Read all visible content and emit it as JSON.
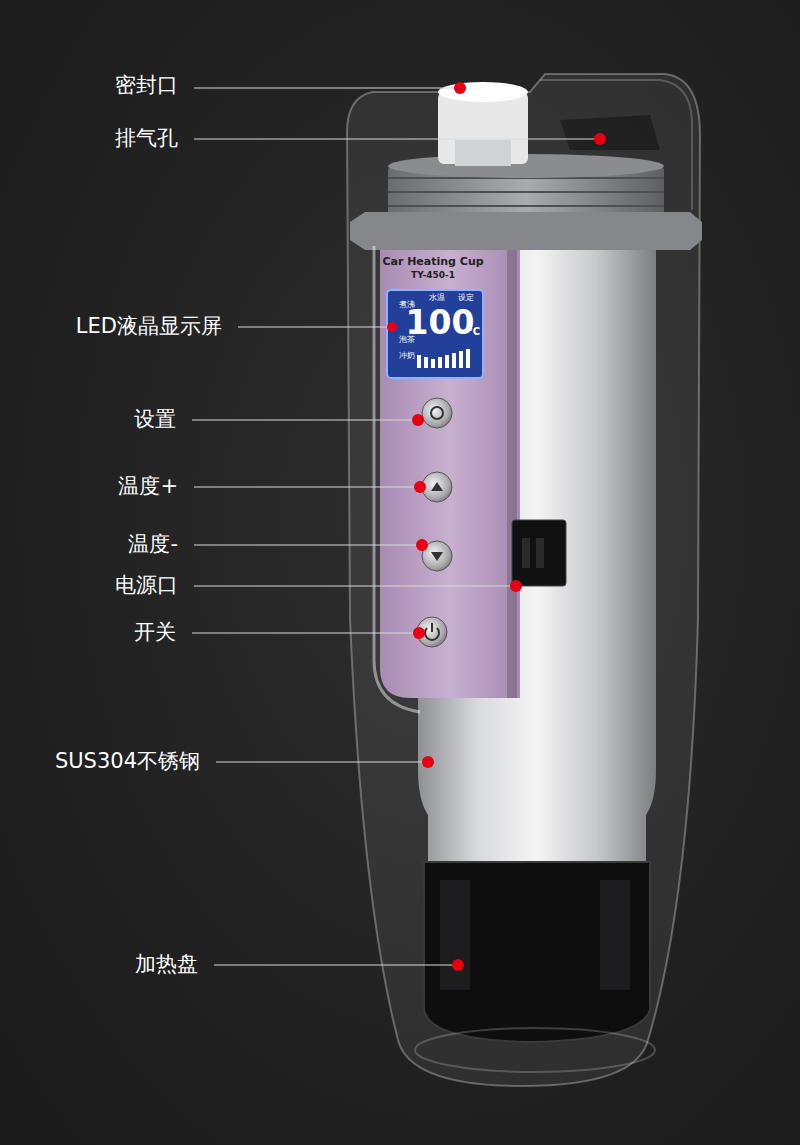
{
  "diagram": {
    "labels": [
      "密封口",
      "排气孔",
      "LED液晶显示屏",
      "设置",
      "温度+",
      "温度-",
      "电源口",
      "开关",
      "SUS304不锈钢",
      "加热盘",
      "Car Heating Cup",
      "TY-450-1",
      "水温",
      "设定",
      "煮沸",
      "泡茶",
      "冲奶",
      "100",
      "°C"
    ]
  }
}
